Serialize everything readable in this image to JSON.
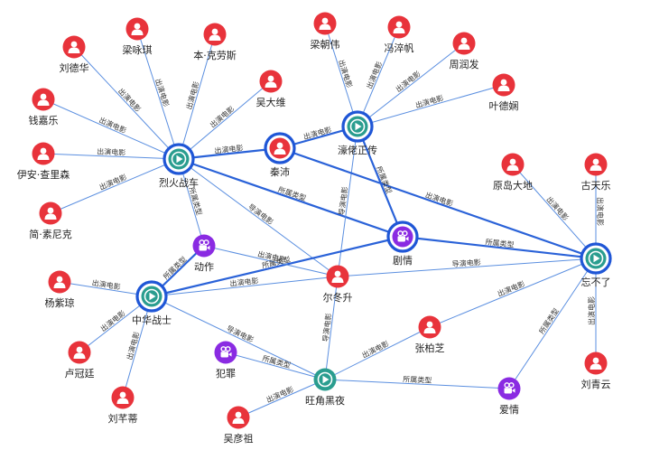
{
  "colors": {
    "person": "#e8333b",
    "movie": "#2a9d8f",
    "genre": "#8a2be2",
    "edge": "#5b8fe0",
    "ring": "#1f56d6"
  },
  "nodes": [
    {
      "id": "liehuozhanche",
      "label": "烈火战车",
      "type": "movie",
      "ring": true
    },
    {
      "id": "haojiangzhuan",
      "label": "濠佬正传",
      "type": "movie",
      "ring": true
    },
    {
      "id": "wangbuliao",
      "label": "忘不了",
      "type": "movie",
      "ring": true
    },
    {
      "id": "zhonghuazhanshi",
      "label": "中华战士",
      "type": "movie",
      "ring": true
    },
    {
      "id": "wangjiaoheiye",
      "label": "旺角黑夜",
      "type": "movie",
      "ring": false
    },
    {
      "id": "qinpei",
      "label": "秦沛",
      "type": "person",
      "ring": true
    },
    {
      "id": "juqing",
      "label": "剧情",
      "type": "genre",
      "ring": true
    },
    {
      "id": "dongzuo",
      "label": "动作",
      "type": "genre",
      "ring": false
    },
    {
      "id": "fanzui",
      "label": "犯罪",
      "type": "genre",
      "ring": false
    },
    {
      "id": "aiqing",
      "label": "爱情",
      "type": "genre",
      "ring": false
    },
    {
      "id": "liudehua",
      "label": "刘德华",
      "type": "person"
    },
    {
      "id": "lianyongqi",
      "label": "梁咏琪",
      "type": "person"
    },
    {
      "id": "benkelaosi",
      "label": "本·克劳斯",
      "type": "person"
    },
    {
      "id": "wudawei",
      "label": "吴大维",
      "type": "person"
    },
    {
      "id": "qianjiale",
      "label": "钱嘉乐",
      "type": "person"
    },
    {
      "id": "yianchalisen",
      "label": "伊安·查里森",
      "type": "person"
    },
    {
      "id": "jiansuniken",
      "label": "简·素尼克",
      "type": "person"
    },
    {
      "id": "liangchaowei",
      "label": "梁朝伟",
      "type": "person"
    },
    {
      "id": "fengcuifan",
      "label": "冯淬帆",
      "type": "person"
    },
    {
      "id": "zhourunfa",
      "label": "周润发",
      "type": "person"
    },
    {
      "id": "yedexian",
      "label": "叶德娴",
      "type": "person"
    },
    {
      "id": "yuandaodadi",
      "label": "原岛大地",
      "type": "person"
    },
    {
      "id": "gutianle",
      "label": "古天乐",
      "type": "person"
    },
    {
      "id": "yangziqiong",
      "label": "杨紫琼",
      "type": "person"
    },
    {
      "id": "erdongsheng",
      "label": "尔冬升",
      "type": "person"
    },
    {
      "id": "zhangbozhi",
      "label": "张柏芝",
      "type": "person"
    },
    {
      "id": "luguanting",
      "label": "卢冠廷",
      "type": "person"
    },
    {
      "id": "liuqingyun",
      "label": "刘青云",
      "type": "person"
    },
    {
      "id": "liuqianti",
      "label": "刘芊蒂",
      "type": "person"
    },
    {
      "id": "wuyanzu",
      "label": "吴彦祖",
      "type": "person"
    }
  ],
  "edges": [
    {
      "from": "liudehua",
      "to": "liehuozhanche",
      "label": "出演电影"
    },
    {
      "from": "lianyongqi",
      "to": "liehuozhanche",
      "label": "出演电影"
    },
    {
      "from": "benkelaosi",
      "to": "liehuozhanche",
      "label": "出演电影"
    },
    {
      "from": "wudawei",
      "to": "liehuozhanche",
      "label": "出演电影"
    },
    {
      "from": "qianjiale",
      "to": "liehuozhanche",
      "label": "出演电影"
    },
    {
      "from": "yianchalisen",
      "to": "liehuozhanche",
      "label": "出演电影"
    },
    {
      "from": "jiansuniken",
      "to": "liehuozhanche",
      "label": "出演电影"
    },
    {
      "from": "qinpei",
      "to": "liehuozhanche",
      "label": "出演电影"
    },
    {
      "from": "liehuozhanche",
      "to": "dongzuo",
      "label": "所属类型"
    },
    {
      "from": "liehuozhanche",
      "to": "juqing",
      "label": "所属类型"
    },
    {
      "from": "erdongsheng",
      "to": "liehuozhanche",
      "label": "导演电影"
    },
    {
      "from": "liangchaowei",
      "to": "haojiangzhuan",
      "label": "出演电影"
    },
    {
      "from": "fengcuifan",
      "to": "haojiangzhuan",
      "label": "出演电影"
    },
    {
      "from": "zhourunfa",
      "to": "haojiangzhuan",
      "label": "出演电影"
    },
    {
      "from": "yedexian",
      "to": "haojiangzhuan",
      "label": "出演电影"
    },
    {
      "from": "qinpei",
      "to": "haojiangzhuan",
      "label": "出演电影"
    },
    {
      "from": "haojiangzhuan",
      "to": "juqing",
      "label": "所属类型"
    },
    {
      "from": "erdongsheng",
      "to": "haojiangzhuan",
      "label": "导演电影"
    },
    {
      "from": "qinpei",
      "to": "wangbuliao",
      "label": "出演电影"
    },
    {
      "from": "yuandaodadi",
      "to": "wangbuliao",
      "label": "出演电影"
    },
    {
      "from": "gutianle",
      "to": "wangbuliao",
      "label": "出演电影"
    },
    {
      "from": "liuqingyun",
      "to": "wangbuliao",
      "label": "出演电影"
    },
    {
      "from": "zhangbozhi",
      "to": "wangbuliao",
      "label": "出演电影"
    },
    {
      "from": "wangbuliao",
      "to": "juqing",
      "label": "所属类型"
    },
    {
      "from": "wangbuliao",
      "to": "aiqing",
      "label": "所属类型"
    },
    {
      "from": "erdongsheng",
      "to": "wangbuliao",
      "label": "导演电影"
    },
    {
      "from": "yangziqiong",
      "to": "zhonghuazhanshi",
      "label": "出演电影"
    },
    {
      "from": "luguanting",
      "to": "zhonghuazhanshi",
      "label": "出演电影"
    },
    {
      "from": "liuqianti",
      "to": "zhonghuazhanshi",
      "label": "出演电影"
    },
    {
      "from": "zhonghuazhanshi",
      "to": "dongzuo",
      "label": "所属类型"
    },
    {
      "from": "zhonghuazhanshi",
      "to": "juqing",
      "label": "所属类型"
    },
    {
      "from": "erdongsheng",
      "to": "zhonghuazhanshi",
      "label": "出演电影"
    },
    {
      "from": "dongzuo",
      "to": "erdongsheng",
      "label": "出演电影"
    },
    {
      "from": "zhonghuazhanshi",
      "to": "wangjiaoheiye",
      "label": "导演电影"
    },
    {
      "from": "erdongsheng",
      "to": "wangjiaoheiye",
      "label": "导演电影"
    },
    {
      "from": "fanzui",
      "to": "wangjiaoheiye",
      "label": "所属类型"
    },
    {
      "from": "wangjiaoheiye",
      "to": "aiqing",
      "label": "所属类型"
    },
    {
      "from": "wuyanzu",
      "to": "wangjiaoheiye",
      "label": "出演电影"
    },
    {
      "from": "zhangbozhi",
      "to": "wangjiaoheiye",
      "label": "出演电影"
    }
  ]
}
